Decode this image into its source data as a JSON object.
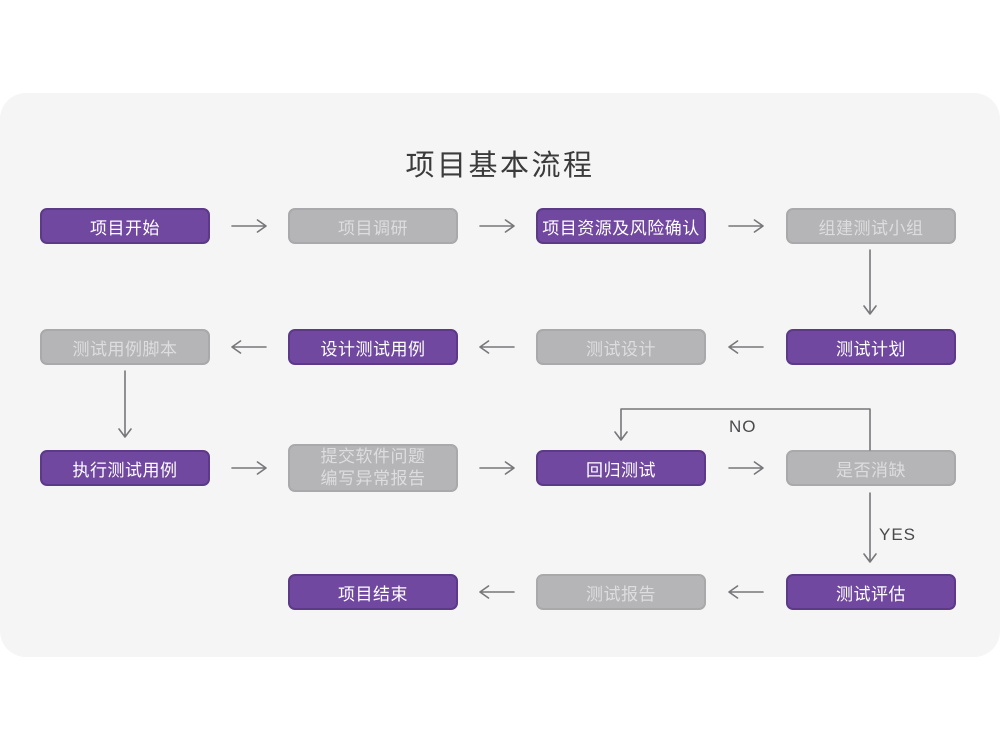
{
  "title": "项目基本流程",
  "colors": {
    "accent_purple": "#71489F",
    "accent_purple_border": "#5C3A87",
    "node_gray": "#B5B5B7",
    "card_background": "#F5F5F6",
    "arrow_gray": "#77777A"
  },
  "flowchart": {
    "nodes": [
      {
        "id": "project-start",
        "label": "项目开始",
        "variant": "purple"
      },
      {
        "id": "project-research",
        "label": "项目调研",
        "variant": "gray"
      },
      {
        "id": "resource-risk-confirm",
        "label": "项目资源及风险确认",
        "variant": "purple"
      },
      {
        "id": "build-test-team",
        "label": "组建测试小组",
        "variant": "gray"
      },
      {
        "id": "test-plan",
        "label": "测试计划",
        "variant": "purple"
      },
      {
        "id": "test-design",
        "label": "测试设计",
        "variant": "gray"
      },
      {
        "id": "design-test-cases",
        "label": "设计测试用例",
        "variant": "purple"
      },
      {
        "id": "test-case-script",
        "label": "测试用例脚本",
        "variant": "gray"
      },
      {
        "id": "execute-test-cases",
        "label": "执行测试用例",
        "variant": "purple"
      },
      {
        "id": "submit-issues-report",
        "label": "提交软件问题\n编写异常报告",
        "variant": "gray"
      },
      {
        "id": "regression-test",
        "label": "回归测试",
        "variant": "purple"
      },
      {
        "id": "defect-eliminated",
        "label": "是否消缺",
        "variant": "gray"
      },
      {
        "id": "test-evaluation",
        "label": "测试评估",
        "variant": "purple"
      },
      {
        "id": "test-report",
        "label": "测试报告",
        "variant": "gray"
      },
      {
        "id": "project-end",
        "label": "项目结束",
        "variant": "purple"
      }
    ],
    "edge_labels": {
      "no": "NO",
      "yes": "YES"
    }
  }
}
